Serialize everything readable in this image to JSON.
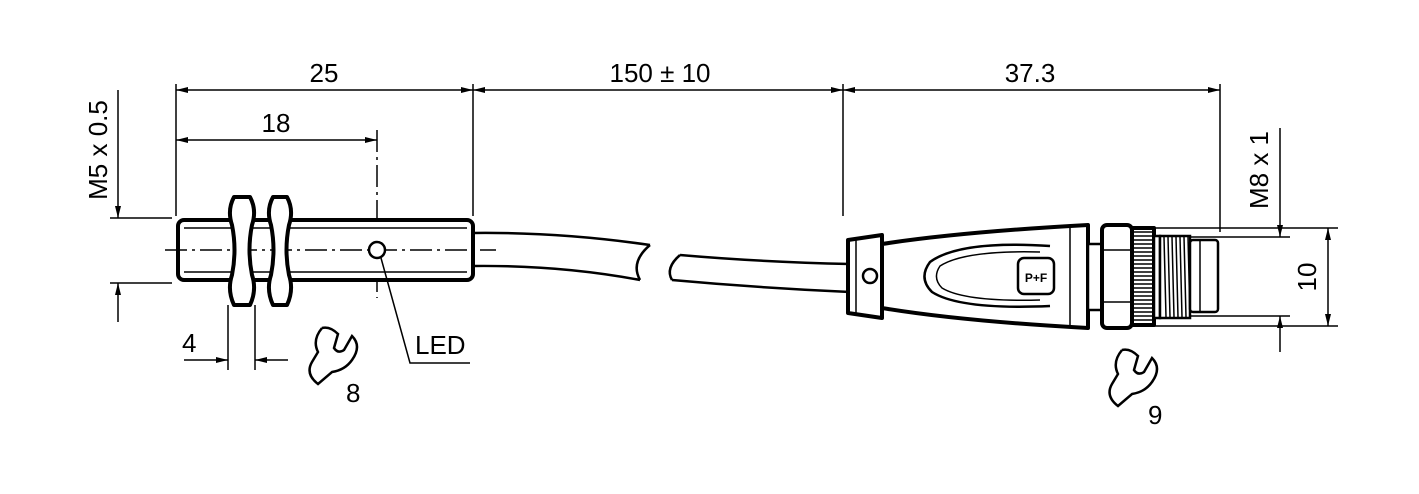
{
  "dimensions": {
    "sensor_length": "25",
    "thread_length": "18",
    "cable_length": "150 ± 10",
    "connector_length": "37.3",
    "sensor_thread": "M5 x 0.5",
    "connector_thread": "M8 x 1",
    "connector_diameter": "10",
    "nut_width": "4"
  },
  "labels": {
    "led": "LED",
    "wrench_size_sensor": "8",
    "wrench_size_connector": "9"
  },
  "logo_text": "P+F"
}
